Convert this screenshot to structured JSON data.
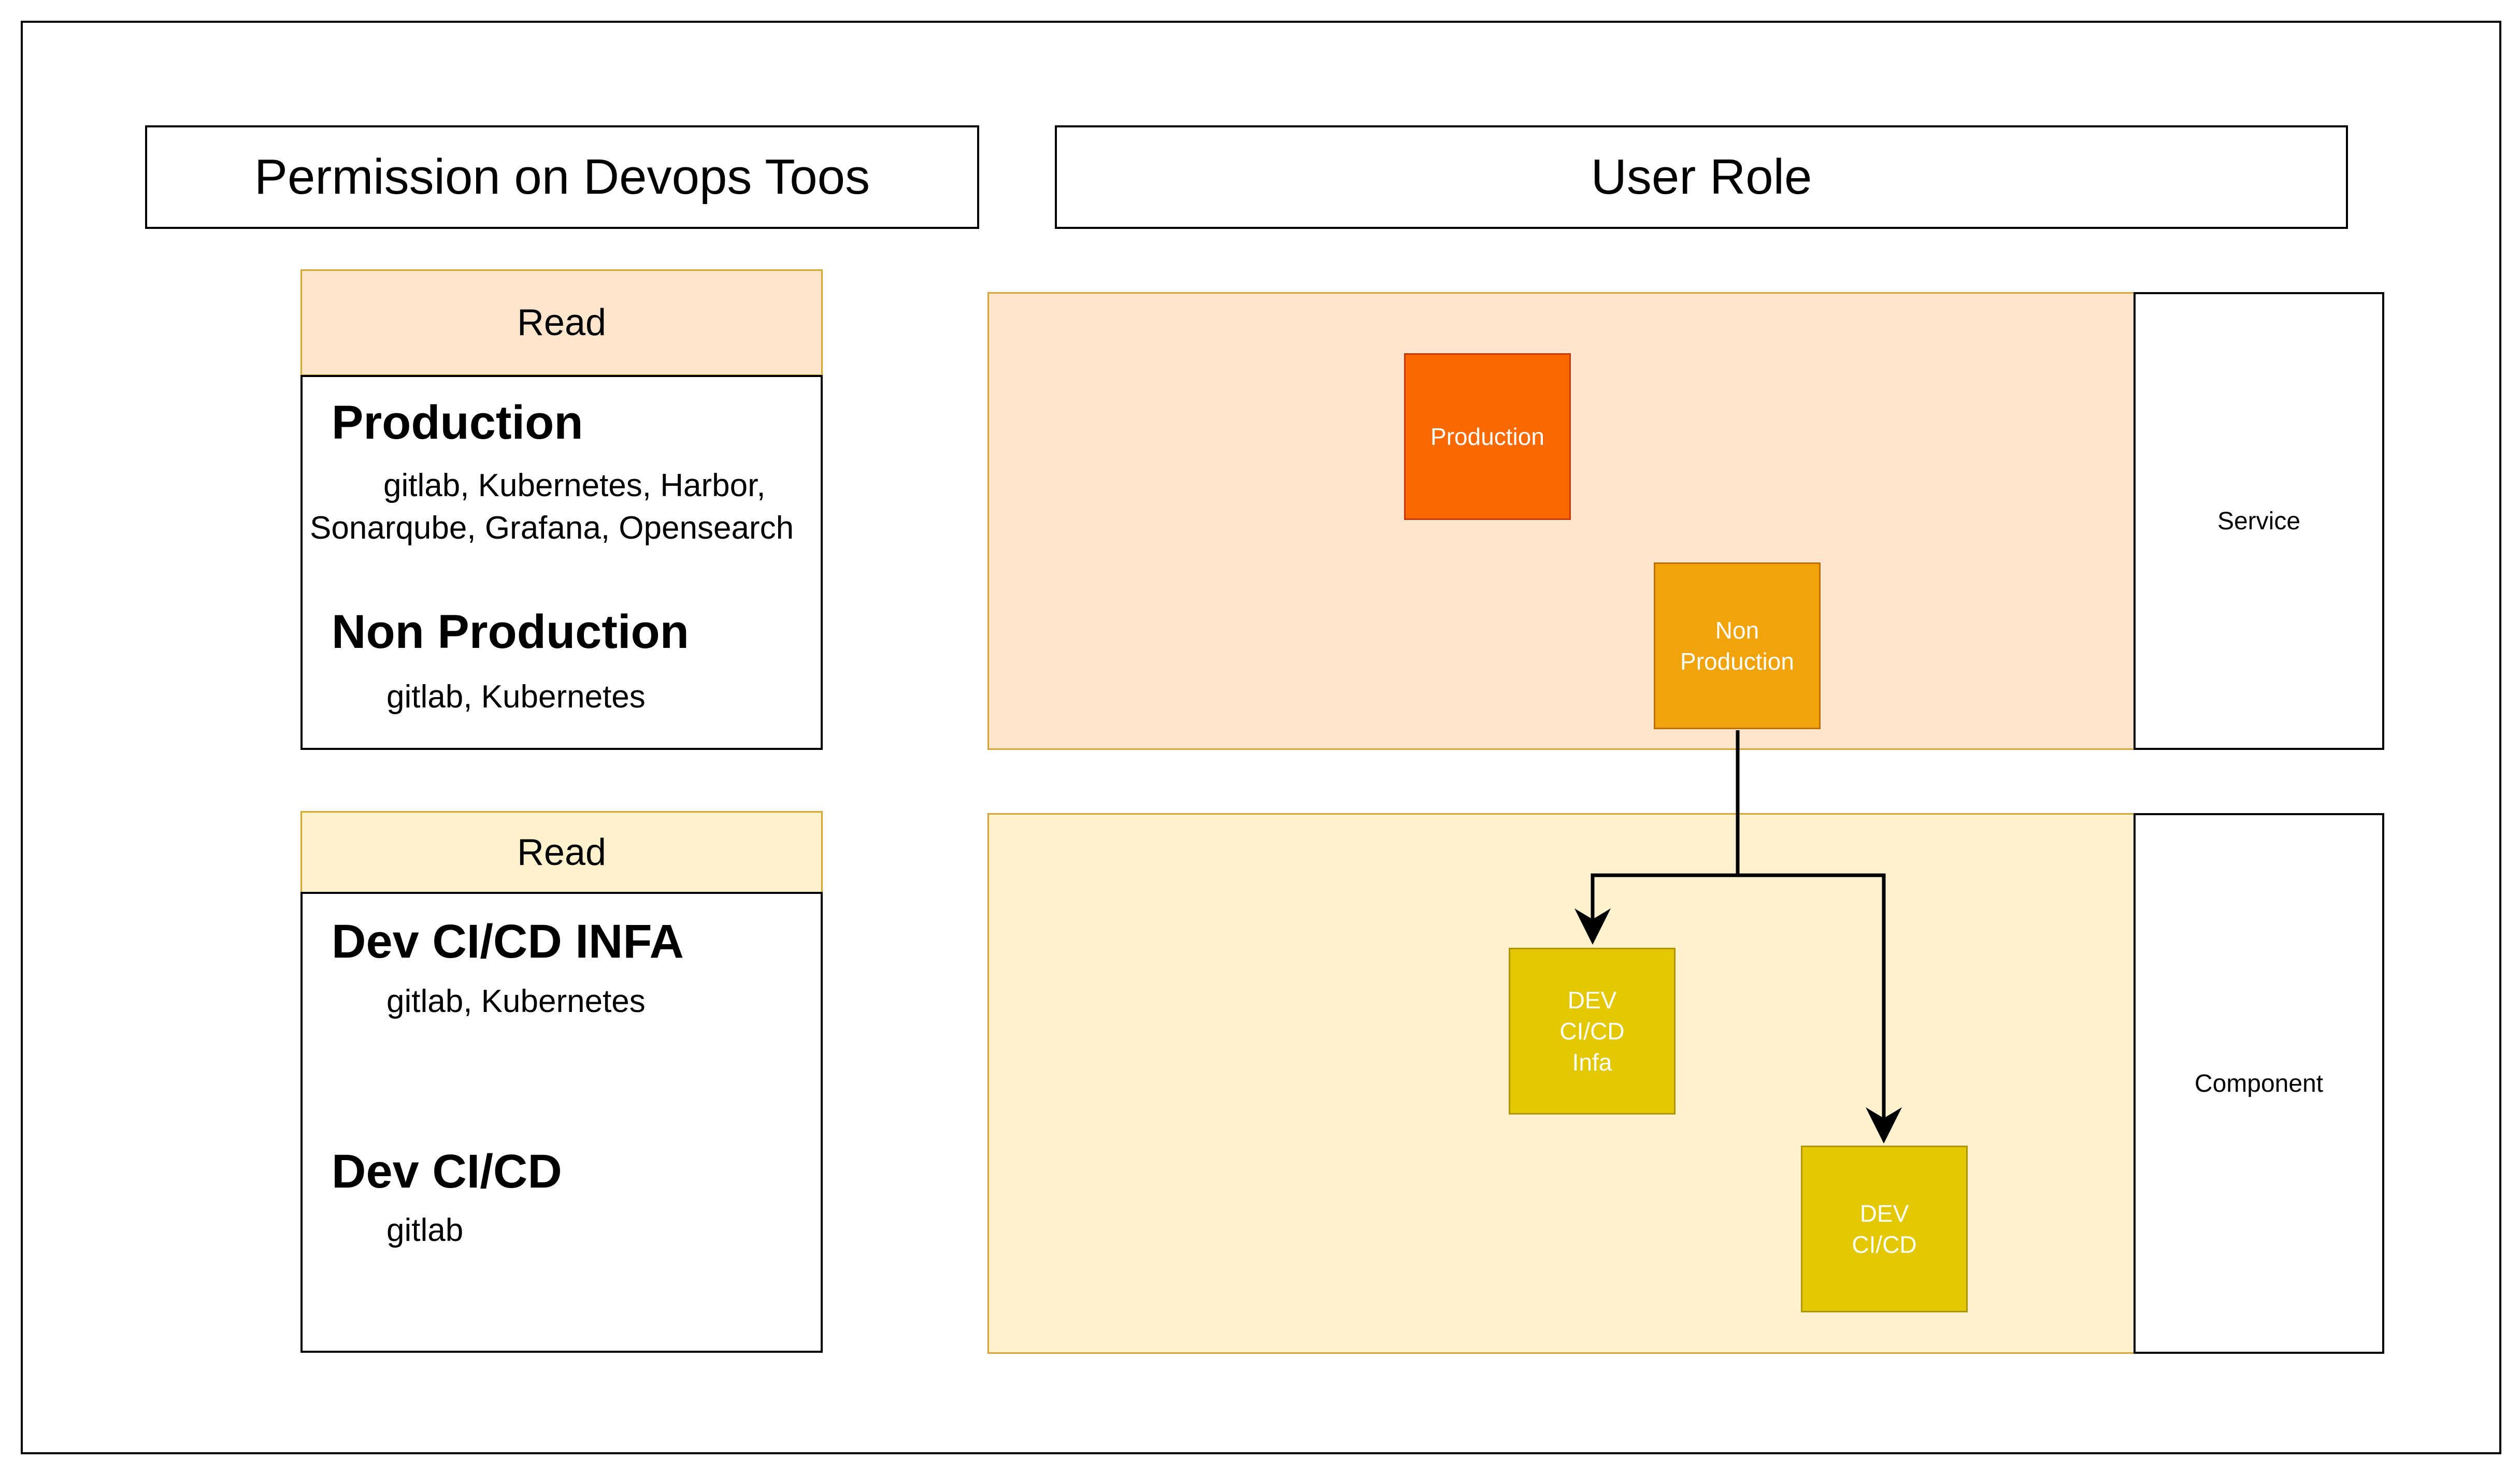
{
  "headers": {
    "permissions": "Permission on Devops Toos",
    "user_role": "User Role"
  },
  "permission_groups": [
    {
      "access": "Read",
      "header_color": "#fde4cc",
      "sections": [
        {
          "title": "Production",
          "tools_line1": "gitlab, Kubernetes, Harbor,",
          "tools_line2": "Sonarqube, Grafana, Opensearch"
        },
        {
          "title": "Non Production",
          "tools_line1": "gitlab, Kubernetes"
        }
      ]
    },
    {
      "access": "Read",
      "header_color": "#fff2cc",
      "sections": [
        {
          "title": "Dev CI/CD INFA",
          "tools_line1": "gitlab, Kubernetes"
        },
        {
          "title": "Dev CI/CD",
          "tools_line1": "gitlab"
        }
      ]
    }
  ],
  "bands": [
    {
      "label": "Service",
      "color": "#fde4cc"
    },
    {
      "label": "Component",
      "color": "#fff2cc"
    }
  ],
  "nodes": {
    "production": {
      "label": "Production",
      "color": "#fa6800"
    },
    "non_production": {
      "label": "Non\nProduction",
      "color": "#f0a30a"
    },
    "dev_cicd_infa": {
      "label": "DEV\nCI/CD\nInfa",
      "color": "#e3c800"
    },
    "dev_cicd": {
      "label": "DEV\nCI/CD",
      "color": "#e3c800"
    }
  },
  "edges": [
    {
      "from": "Non Production",
      "to": "DEV CI/CD Infa"
    },
    {
      "from": "Non Production",
      "to": "DEV CI/CD"
    }
  ]
}
